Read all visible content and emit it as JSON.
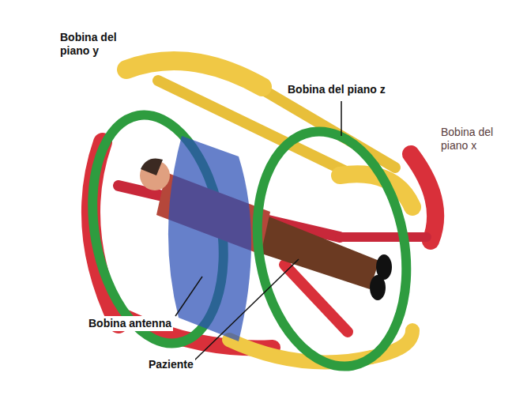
{
  "diagram": {
    "labels": [
      "Bobina del piano y",
      "Bobina del piano z",
      "Bobina del piano x",
      "Bobina antenna",
      "Paziente"
    ]
  }
}
